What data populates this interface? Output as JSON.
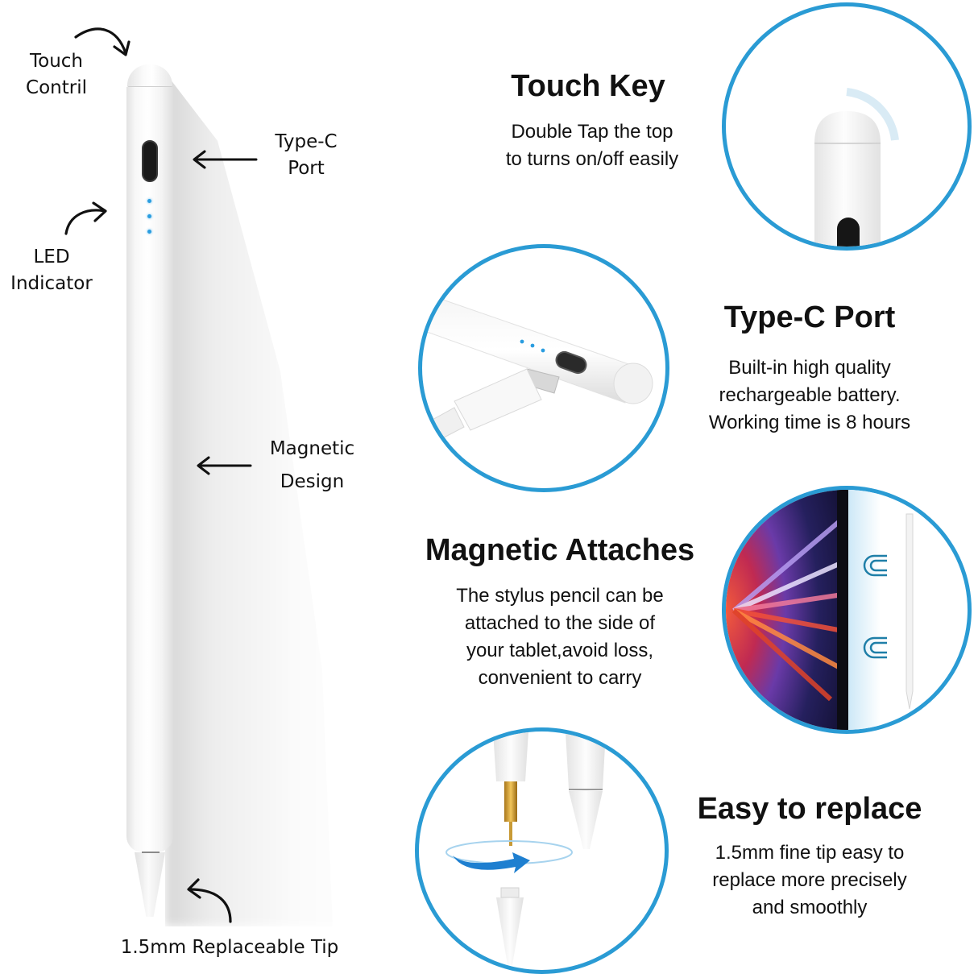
{
  "product_annotations": {
    "touch_control": "Touch Contril",
    "touch_control_lines": [
      "Touch",
      "Contril"
    ],
    "type_c_port_lines": [
      "Type-C",
      "Port"
    ],
    "led_indicator_lines": [
      "LED",
      "Indicator"
    ],
    "magnetic_design_lines": [
      "Magnetic",
      "Design"
    ],
    "replaceable_tip": "1.5mm Replaceable Tip"
  },
  "features": [
    {
      "title": "Touch Key",
      "description_lines": [
        "Double Tap the top",
        "to turns on/off easily"
      ],
      "image": "pen-cap-touch-closeup"
    },
    {
      "title": "Type-C Port",
      "description_lines": [
        "Built-in high quality",
        "rechargeable battery.",
        "Working time is 8 hours"
      ],
      "image": "usb-c-cable-and-port-closeup"
    },
    {
      "title": "Magnetic Attaches",
      "description_lines": [
        "The stylus pencil can be",
        "attached to the side of",
        "your tablet,avoid loss,",
        "convenient to carry"
      ],
      "image": "tablet-side-with-magnets-and-pen"
    },
    {
      "title": "Easy to replace",
      "description_lines": [
        "1.5mm fine tip easy to",
        "replace more precisely",
        "and smoothly"
      ],
      "image": "tip-unscrew-rotation"
    }
  ],
  "colors": {
    "circle_border": "#2a9bd4",
    "led_blue": "#2a9de0",
    "text": "#111111",
    "background": "#ffffff"
  },
  "icons": [
    "curved-arrow-icon",
    "left-arrow-icon",
    "magnet-icon",
    "rotate-arrow-icon"
  ]
}
